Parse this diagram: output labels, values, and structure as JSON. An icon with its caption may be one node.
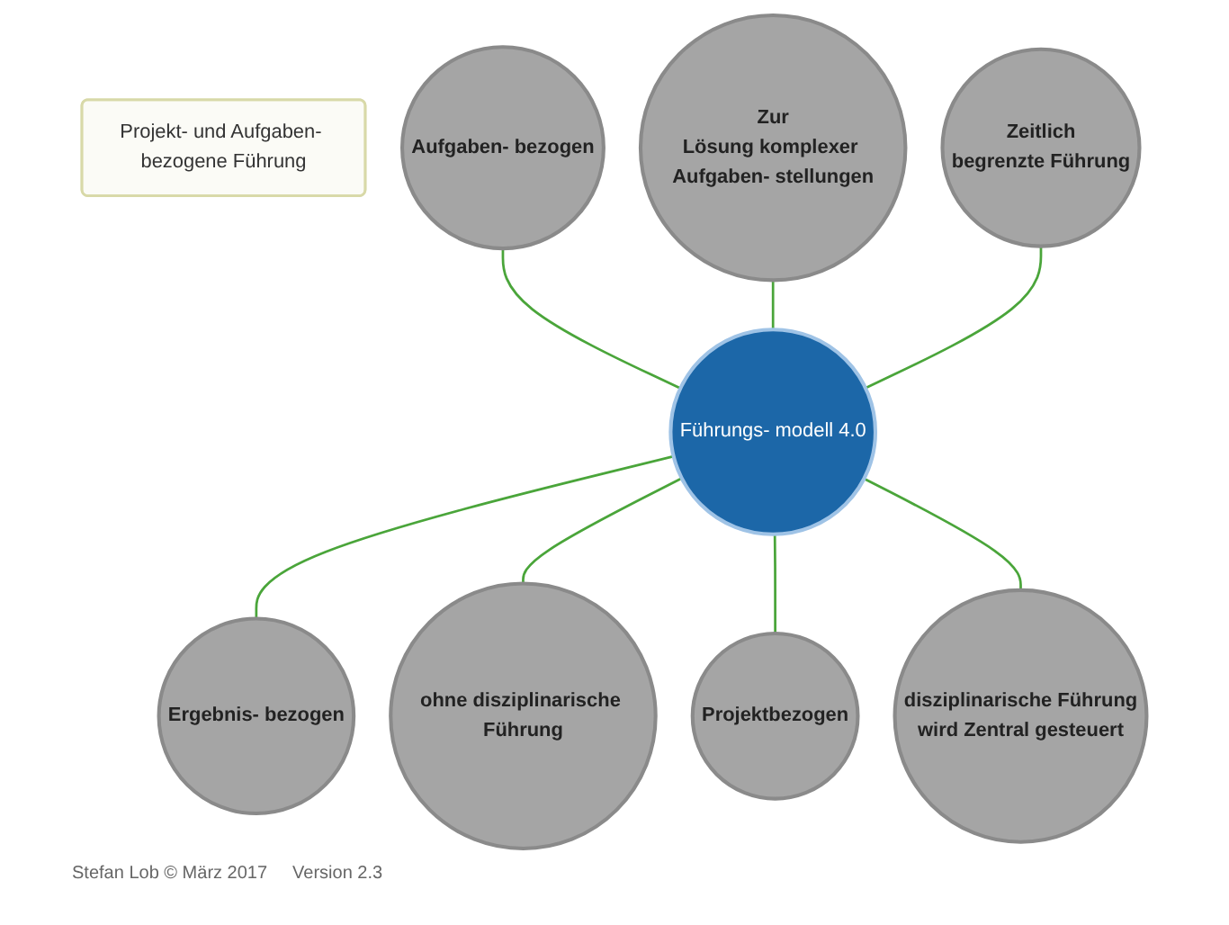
{
  "diagram": {
    "nodes": [
      {
        "text": [
          "Projekt- und Aufgaben- bezogene Führung"
        ]
      },
      {
        "text": [
          "Aufgaben- bezogen"
        ]
      },
      {
        "text": [
          "Zur",
          "Lösung komplexer Aufgaben- stellungen"
        ]
      },
      {
        "text": [
          "Zeitlich",
          "begrenzte Führung"
        ]
      },
      {
        "text": [
          "Führungs- modell 4.0"
        ]
      },
      {
        "text": [
          "Ergebnis- bezogen"
        ]
      },
      {
        "text": [
          "ohne disziplinarische Führung"
        ]
      },
      {
        "text": [
          "Projektbezogen"
        ]
      },
      {
        "text": [
          "disziplinarische Führung",
          "wird Zentral gesteuert"
        ]
      }
    ],
    "edges": [
      {
        "from": 1,
        "to": 4,
        "arrow": "none"
      },
      {
        "from": 2,
        "to": 4,
        "arrow": "none"
      },
      {
        "from": 3,
        "to": 4,
        "arrow": "none"
      },
      {
        "from": 4,
        "to": 5,
        "arrow": "none"
      },
      {
        "from": 4,
        "to": 6,
        "arrow": "none"
      },
      {
        "from": 4,
        "to": 7,
        "arrow": "none"
      },
      {
        "from": 4,
        "to": 8,
        "arrow": "none"
      }
    ],
    "labels": [
      "Stefan Lob © März 2017",
      "Version 2.3"
    ]
  }
}
